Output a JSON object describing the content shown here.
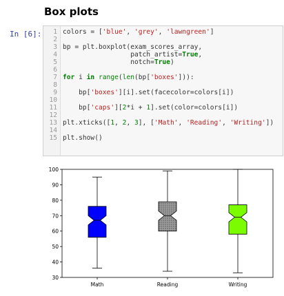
{
  "notebook": {
    "heading": "Box plots",
    "cell_prompt": "In [6]:",
    "code_lines": [
      {
        "n": "1",
        "html": "colors = [<span class=\"str\">'blue'</span>, <span class=\"str\">'grey'</span>, <span class=\"str\">'lawngreen'</span>]"
      },
      {
        "n": "2",
        "html": ""
      },
      {
        "n": "3",
        "html": "bp = plt.boxplot(exam_scores_array,"
      },
      {
        "n": "4",
        "html": "                 patch_artist=<span class=\"cons\">True</span>,"
      },
      {
        "n": "5",
        "html": "                 notch=<span class=\"cons\">True</span>)"
      },
      {
        "n": "6",
        "html": ""
      },
      {
        "n": "7",
        "html": "<span class=\"kw\">for</span> i <span class=\"kw\">in</span> <span class=\"bi\">range</span>(<span class=\"bi\">len</span>(bp[<span class=\"str\">'boxes'</span>])):"
      },
      {
        "n": "8",
        "html": ""
      },
      {
        "n": "9",
        "html": "    bp[<span class=\"str\">'boxes'</span>][i].set(facecolor=colors[i])"
      },
      {
        "n": "10",
        "html": ""
      },
      {
        "n": "11",
        "html": "    bp[<span class=\"str\">'caps'</span>][<span class=\"num\">2</span>*i + <span class=\"num\">1</span>].set(color=colors[i])"
      },
      {
        "n": "12",
        "html": ""
      },
      {
        "n": "13",
        "html": "plt.xticks([<span class=\"num\">1</span>, <span class=\"num\">2</span>, <span class=\"num\">3</span>], [<span class=\"str\">'Math'</span>, <span class=\"str\">'Reading'</span>, <span class=\"str\">'Writing'</span>])"
      },
      {
        "n": "14",
        "html": ""
      },
      {
        "n": "15",
        "html": "plt.show()"
      }
    ]
  },
  "chart_data": {
    "type": "box",
    "categories": [
      "Math",
      "Reading",
      "Writing"
    ],
    "ylim": [
      30,
      100
    ],
    "yticks": [
      30,
      40,
      50,
      60,
      70,
      80,
      90,
      100
    ],
    "xlabel": "",
    "ylabel": "",
    "title": "",
    "grid": false,
    "series": [
      {
        "category": "Math",
        "color": "#0000ff",
        "min": 36,
        "q1": 56,
        "median": 67,
        "q3": 76,
        "max": 95,
        "notch_low": 64,
        "notch_high": 70
      },
      {
        "category": "Reading",
        "color": "#8c8c8c",
        "min": 34,
        "q1": 60,
        "median": 70,
        "q3": 79,
        "max": 99,
        "notch_low": 67,
        "notch_high": 73
      },
      {
        "category": "Writing",
        "color": "#7cfc00",
        "min": 33,
        "q1": 58,
        "median": 69,
        "q3": 77,
        "max": 100,
        "notch_low": 66,
        "notch_high": 72
      }
    ]
  }
}
